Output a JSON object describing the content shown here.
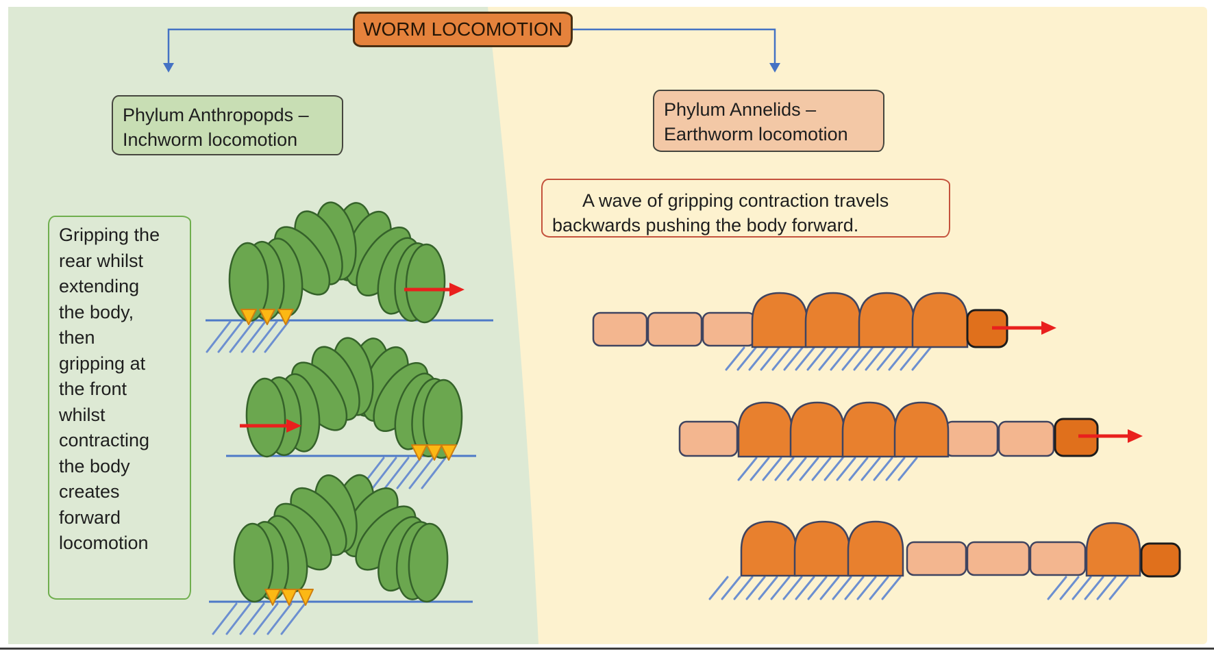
{
  "title": "WORM LOCOMOTION",
  "inchworm": {
    "heading": [
      "Phylum Anthropopds –",
      "Inchworm locomotion"
    ],
    "note": [
      "Gripping the",
      "rear whilst",
      "extending",
      "the body,",
      "then",
      "gripping at",
      "the front",
      "whilst",
      "contracting",
      "the body",
      "creates",
      "forward",
      "locomotion"
    ]
  },
  "earthworm": {
    "heading": [
      "Phylum Annelids –",
      "Earthworm locomotion"
    ],
    "note": [
      "A wave of gripping contraction travels",
      "backwards pushing the body forward."
    ]
  },
  "colors": {
    "pageBg": "#ffffff",
    "leftBg": "#dde9d4",
    "rightBg": "#fdf2cf",
    "titleFill": "#e5823c",
    "titleBorder": "#4a2f12",
    "labelGreenFill": "#c8deb4",
    "labelPeachFill": "#f3c8a6",
    "labelBorder": "#45453e",
    "noteGreenBorder": "#6fae4e",
    "noteRedBorder": "#c4523c",
    "wormGreen": "#6ba74f",
    "wormGreenStroke": "#35622a",
    "segOrange": "#e8802e",
    "segPeach": "#f3b68f",
    "segHead": "#e0701c",
    "segStroke": "#3f4460",
    "gripYellow": "#fcb814",
    "gripStroke": "#cd7e10",
    "groundBlue": "#4d79c7",
    "hatchBlue": "#6c8fd0",
    "arrowRed": "#e9201d",
    "connectorBlue": "#4472c4",
    "textDark": "#1e1e1e",
    "bottomEdge": "#3c3c3c"
  }
}
